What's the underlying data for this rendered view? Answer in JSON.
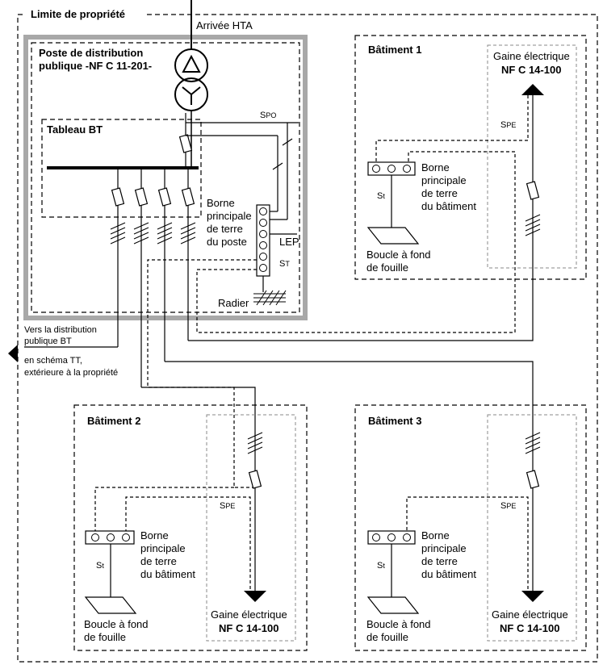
{
  "property_limit": "Limite de propriété",
  "hta_arrival": "Arrivée HTA",
  "substation": {
    "title_line1": "Poste de distribution",
    "title_line2": "publique -NF C 11-201-",
    "lv_board": "Tableau BT",
    "spo_main": "S",
    "spo_sub": "PO",
    "earth_terminal": [
      "Borne",
      "principale",
      "de terre",
      "du poste"
    ],
    "lep": "LEP",
    "st_main": "S",
    "st_sub": "T",
    "radier": "Radier"
  },
  "public_lv": [
    "Vers la distribution",
    "publique BT",
    "en schéma TT,",
    "extérieure à la propriété"
  ],
  "buildings": [
    {
      "title": "Bâtiment 1",
      "shaft_line1": "Gaine électrique",
      "shaft_line2": "NF C 14-100",
      "spe_main": "S",
      "spe_sub": "PE",
      "earth_terminal": [
        "Borne",
        "principale",
        "de terre",
        "du bâtiment"
      ],
      "st_main": "S",
      "st_sub": "t",
      "loop": [
        "Boucle à fond",
        "de fouille"
      ]
    },
    {
      "title": "Bâtiment 2",
      "shaft_line1": "Gaine électrique",
      "shaft_line2": "NF C 14-100",
      "spe_main": "S",
      "spe_sub": "PE",
      "earth_terminal": [
        "Borne",
        "principale",
        "de terre",
        "du bâtiment"
      ],
      "st_main": "S",
      "st_sub": "t",
      "loop": [
        "Boucle à fond",
        "de fouille"
      ]
    },
    {
      "title": "Bâtiment 3",
      "shaft_line1": "Gaine électrique",
      "shaft_line2": "NF C 14-100",
      "spe_main": "S",
      "spe_sub": "PE",
      "earth_terminal": [
        "Borne",
        "principale",
        "de terre",
        "du bâtiment"
      ],
      "st_main": "S",
      "st_sub": "t",
      "loop": [
        "Boucle à fond",
        "de fouille"
      ]
    }
  ]
}
